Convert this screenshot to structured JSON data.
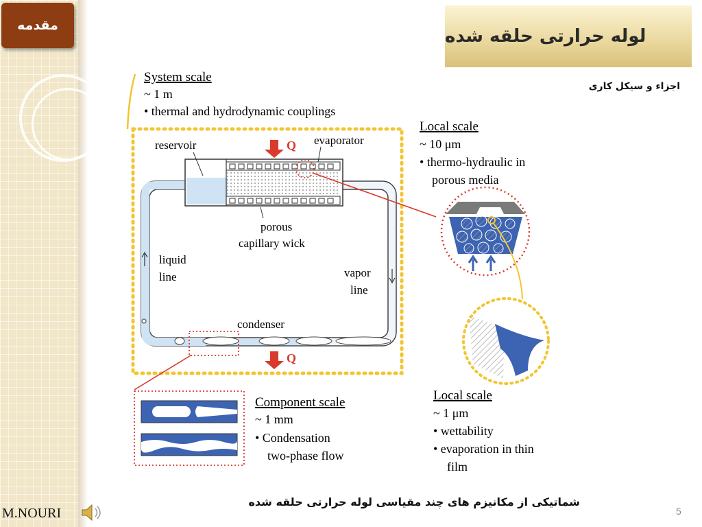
{
  "sidebar": {
    "intro_label": "مقدمه"
  },
  "slide": {
    "title": "لوله حرارتی حلقه شده",
    "subheading": "اجزاء و سیکل کاری",
    "caption": "شماتیکی از مکانیزم های چند مقیاسی لوله حرارتی حلقه شده",
    "page_number": "5",
    "author": "M.NOURI"
  },
  "diagram": {
    "system_scale": {
      "heading": "System scale",
      "size": "~ 1 m",
      "bullet": "•  thermal and hydrodynamic couplings"
    },
    "reservoir": "reservoir",
    "evaporator": "evaporator",
    "heat_q": "Q",
    "wick_line1": "porous",
    "wick_line2": "capillary wick",
    "liquid_line1": "liquid",
    "liquid_line2": "line",
    "vapor_line1": "vapor",
    "vapor_line2": "line",
    "condenser": "condenser",
    "local_scale_1": {
      "heading": "Local scale",
      "size": "~ 10 μm",
      "bullet1": "•  thermo-hydraulic in",
      "bullet2": "porous media"
    },
    "component_scale": {
      "heading": "Component scale",
      "size": "~ 1 mm",
      "bullet1": "•  Condensation",
      "bullet2": "two-phase flow"
    },
    "local_scale_2": {
      "heading": "Local scale",
      "size": "~ 1 μm",
      "bullet1": "•  wettability",
      "bullet2": "•  evaporation in thin",
      "bullet3": "film"
    }
  },
  "colors": {
    "accent": "#8e3c12",
    "dotted": "#f2c530",
    "fluid": "#cfe3f4",
    "wick": "#3d64b3",
    "callout": "#d93a2b"
  },
  "icons": {
    "speaker": "speaker-icon"
  }
}
